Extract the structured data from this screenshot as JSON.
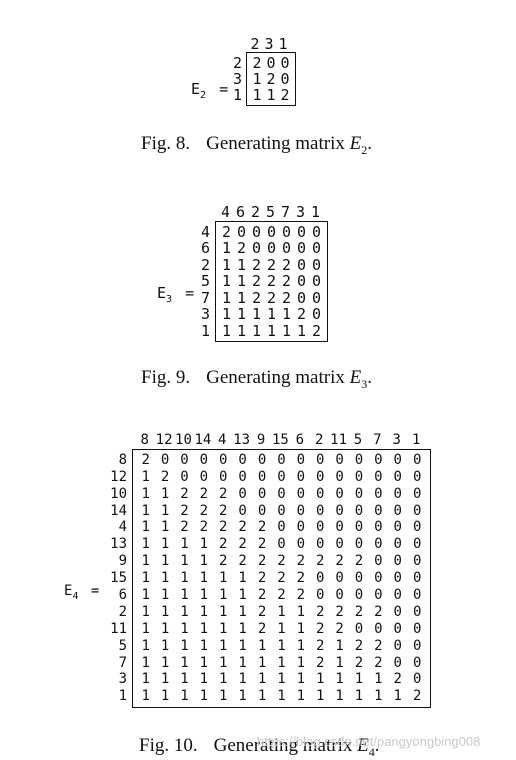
{
  "figures": [
    {
      "eq_name": "E",
      "eq_sub": "2",
      "eq_sign": "=",
      "col_headers": [
        "2",
        "3",
        "1"
      ],
      "row_labels": [
        "2",
        "3",
        "1"
      ],
      "rows": [
        [
          "2",
          "0",
          "0"
        ],
        [
          "1",
          "2",
          "0"
        ],
        [
          "1",
          "1",
          "2"
        ]
      ],
      "caption_number": "Fig. 8.",
      "caption_text": "Generating matrix ",
      "caption_symbol": "E",
      "caption_sub": "2",
      "caption_end": "."
    },
    {
      "eq_name": "E",
      "eq_sub": "3",
      "eq_sign": "=",
      "col_headers": [
        "4",
        "6",
        "2",
        "5",
        "7",
        "3",
        "1"
      ],
      "row_labels": [
        "4",
        "6",
        "2",
        "5",
        "7",
        "3",
        "1"
      ],
      "rows": [
        [
          "2",
          "0",
          "0",
          "0",
          "0",
          "0",
          "0"
        ],
        [
          "1",
          "2",
          "0",
          "0",
          "0",
          "0",
          "0"
        ],
        [
          "1",
          "1",
          "2",
          "2",
          "2",
          "0",
          "0"
        ],
        [
          "1",
          "1",
          "2",
          "2",
          "2",
          "0",
          "0"
        ],
        [
          "1",
          "1",
          "2",
          "2",
          "2",
          "0",
          "0"
        ],
        [
          "1",
          "1",
          "1",
          "1",
          "1",
          "2",
          "0"
        ],
        [
          "1",
          "1",
          "1",
          "1",
          "1",
          "1",
          "2"
        ]
      ],
      "caption_number": "Fig. 9.",
      "caption_text": "Generating matrix ",
      "caption_symbol": "E",
      "caption_sub": "3",
      "caption_end": "."
    },
    {
      "eq_name": "E",
      "eq_sub": "4",
      "eq_sign": "=",
      "col_headers": [
        "8",
        "12",
        "10",
        "14",
        "4",
        "13",
        "9",
        "15",
        "6",
        "2",
        "11",
        "5",
        "7",
        "3",
        "1"
      ],
      "row_labels": [
        "8",
        "12",
        "10",
        "14",
        "4",
        "13",
        "9",
        "15",
        "6",
        "2",
        "11",
        "5",
        "7",
        "3",
        "1"
      ],
      "rows": [
        [
          "2",
          "0",
          "0",
          "0",
          "0",
          "0",
          "0",
          "0",
          "0",
          "0",
          "0",
          "0",
          "0",
          "0",
          "0"
        ],
        [
          "1",
          "2",
          "0",
          "0",
          "0",
          "0",
          "0",
          "0",
          "0",
          "0",
          "0",
          "0",
          "0",
          "0",
          "0"
        ],
        [
          "1",
          "1",
          "2",
          "2",
          "2",
          "0",
          "0",
          "0",
          "0",
          "0",
          "0",
          "0",
          "0",
          "0",
          "0"
        ],
        [
          "1",
          "1",
          "2",
          "2",
          "2",
          "0",
          "0",
          "0",
          "0",
          "0",
          "0",
          "0",
          "0",
          "0",
          "0"
        ],
        [
          "1",
          "1",
          "2",
          "2",
          "2",
          "2",
          "2",
          "0",
          "0",
          "0",
          "0",
          "0",
          "0",
          "0",
          "0"
        ],
        [
          "1",
          "1",
          "1",
          "1",
          "2",
          "2",
          "2",
          "0",
          "0",
          "0",
          "0",
          "0",
          "0",
          "0",
          "0"
        ],
        [
          "1",
          "1",
          "1",
          "1",
          "2",
          "2",
          "2",
          "2",
          "2",
          "2",
          "2",
          "2",
          "0",
          "0",
          "0"
        ],
        [
          "1",
          "1",
          "1",
          "1",
          "1",
          "1",
          "2",
          "2",
          "2",
          "0",
          "0",
          "0",
          "0",
          "0",
          "0"
        ],
        [
          "1",
          "1",
          "1",
          "1",
          "1",
          "1",
          "2",
          "2",
          "2",
          "0",
          "0",
          "0",
          "0",
          "0",
          "0"
        ],
        [
          "1",
          "1",
          "1",
          "1",
          "1",
          "1",
          "2",
          "1",
          "1",
          "2",
          "2",
          "2",
          "2",
          "0",
          "0"
        ],
        [
          "1",
          "1",
          "1",
          "1",
          "1",
          "1",
          "2",
          "1",
          "1",
          "2",
          "2",
          "0",
          "0",
          "0",
          "0"
        ],
        [
          "1",
          "1",
          "1",
          "1",
          "1",
          "1",
          "1",
          "1",
          "1",
          "2",
          "1",
          "2",
          "2",
          "0",
          "0"
        ],
        [
          "1",
          "1",
          "1",
          "1",
          "1",
          "1",
          "1",
          "1",
          "1",
          "2",
          "1",
          "2",
          "2",
          "0",
          "0"
        ],
        [
          "1",
          "1",
          "1",
          "1",
          "1",
          "1",
          "1",
          "1",
          "1",
          "1",
          "1",
          "1",
          "1",
          "2",
          "0"
        ],
        [
          "1",
          "1",
          "1",
          "1",
          "1",
          "1",
          "1",
          "1",
          "1",
          "1",
          "1",
          "1",
          "1",
          "1",
          "2"
        ]
      ],
      "caption_number": "Fig. 10.",
      "caption_text": "Generating matrix ",
      "caption_symbol": "E",
      "caption_sub": "4",
      "caption_end": "."
    }
  ],
  "watermark": "https://blog.csdn.net/pangyongbing008"
}
